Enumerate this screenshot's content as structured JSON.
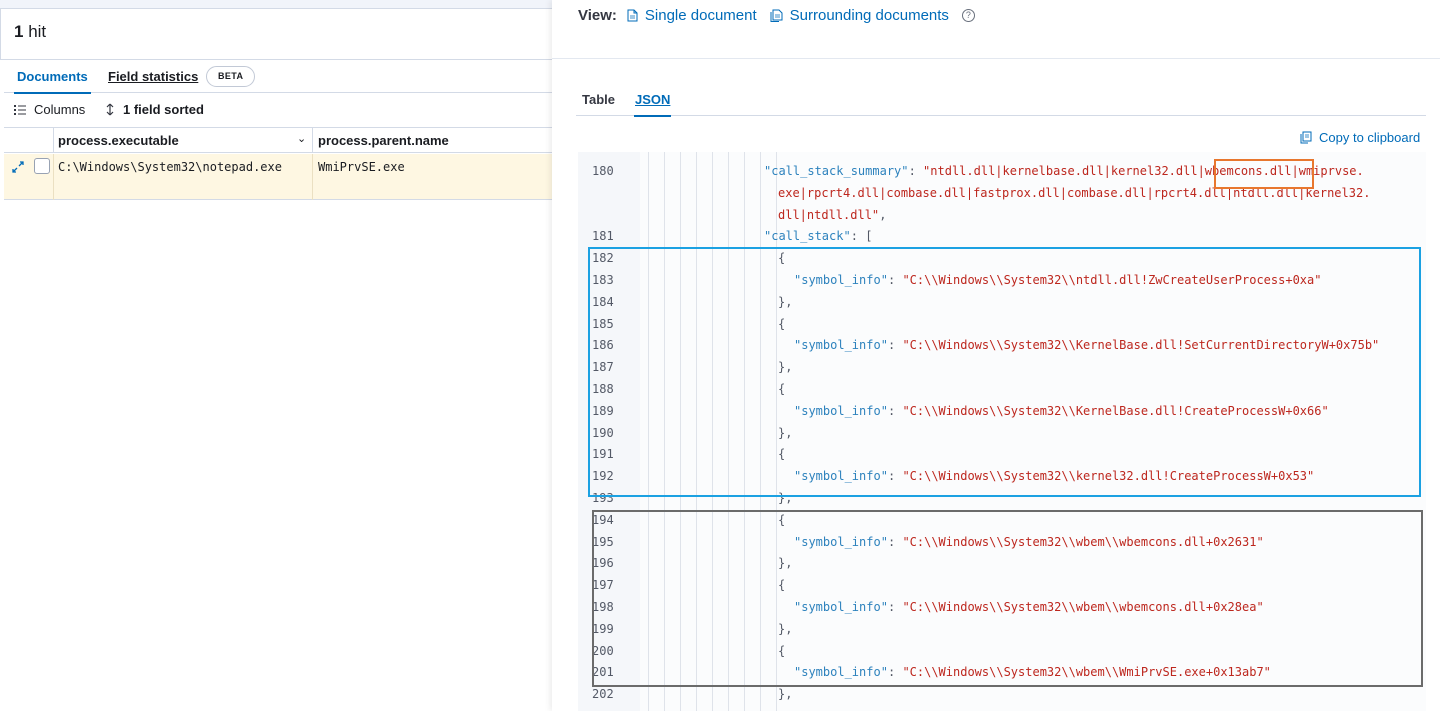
{
  "hits": {
    "count": "1",
    "label": "hit"
  },
  "tabs": {
    "documents": "Documents",
    "field_statistics": "Field statistics",
    "beta": "BETA"
  },
  "toolbar": {
    "columns": "Columns",
    "sorted": "1 field sorted"
  },
  "grid": {
    "columns": [
      "process.executable",
      "process.parent.name"
    ],
    "row": [
      "C:\\Windows\\System32\\notepad.exe",
      "WmiPrvSE.exe"
    ]
  },
  "flyout": {
    "view_label": "View:",
    "single_document": "Single document",
    "surrounding_documents": "Surrounding documents",
    "help": "?",
    "tab_table": "Table",
    "tab_json": "JSON",
    "copy": "Copy to clipboard"
  },
  "json_view": {
    "lines": [
      {
        "n": "180",
        "k": "\"call_stack_summary\"",
        "colon": ": ",
        "v": "\"ntdll.dll|kernelbase.dll|kernel32.dll|wbemcons.dll|wmiprvse."
      },
      {
        "n": "",
        "v": "exe|rpcrt4.dll|combase.dll|fastprox.dll|combase.dll|rpcrt4.dll|ntdll.dll|kernel32."
      },
      {
        "n": "",
        "v": "dll|ntdll.dll\"",
        "tail": ","
      },
      {
        "n": "181",
        "k": "\"call_stack\"",
        "colon": ": ["
      },
      {
        "n": "182",
        "p": "{"
      },
      {
        "n": "183",
        "k": "\"symbol_info\"",
        "colon": ": ",
        "v": "\"C:\\\\Windows\\\\System32\\\\ntdll.dll!ZwCreateUserProcess+0xa\""
      },
      {
        "n": "184",
        "p": "},"
      },
      {
        "n": "185",
        "p": "{"
      },
      {
        "n": "186",
        "k": "\"symbol_info\"",
        "colon": ": ",
        "v": "\"C:\\\\Windows\\\\System32\\\\KernelBase.dll!SetCurrentDirectoryW+0x75b\""
      },
      {
        "n": "187",
        "p": "},"
      },
      {
        "n": "188",
        "p": "{"
      },
      {
        "n": "189",
        "k": "\"symbol_info\"",
        "colon": ": ",
        "v": "\"C:\\\\Windows\\\\System32\\\\KernelBase.dll!CreateProcessW+0x66\""
      },
      {
        "n": "190",
        "p": "},"
      },
      {
        "n": "191",
        "p": "{"
      },
      {
        "n": "192",
        "k": "\"symbol_info\"",
        "colon": ": ",
        "v": "\"C:\\\\Windows\\\\System32\\\\kernel32.dll!CreateProcessW+0x53\""
      },
      {
        "n": "193",
        "p": "},"
      },
      {
        "n": "194",
        "p": "{"
      },
      {
        "n": "195",
        "k": "\"symbol_info\"",
        "colon": ": ",
        "v": "\"C:\\\\Windows\\\\System32\\\\wbem\\\\wbemcons.dll+0x2631\""
      },
      {
        "n": "196",
        "p": "},"
      },
      {
        "n": "197",
        "p": "{"
      },
      {
        "n": "198",
        "k": "\"symbol_info\"",
        "colon": ": ",
        "v": "\"C:\\\\Windows\\\\System32\\\\wbem\\\\wbemcons.dll+0x28ea\""
      },
      {
        "n": "199",
        "p": "},"
      },
      {
        "n": "200",
        "p": "{"
      },
      {
        "n": "201",
        "k": "\"symbol_info\"",
        "colon": ": ",
        "v": "\"C:\\\\Windows\\\\System32\\\\wbem\\\\WmiPrvSE.exe+0x13ab7\""
      },
      {
        "n": "202",
        "p": "},"
      }
    ]
  },
  "colors": {
    "accent": "#006bb8",
    "selected_row": "#fef7e2",
    "json_key": "#2d82bd",
    "json_string": "#bd271e",
    "highlight_orange": "#e8772e",
    "highlight_blue": "#1ba1e2",
    "highlight_gray": "#6b6b6b"
  },
  "icons": [
    "expand-icon",
    "list-icon",
    "sort-icon",
    "chevron-down-icon",
    "document-icon",
    "documents-icon",
    "help-icon",
    "copy-icon"
  ]
}
